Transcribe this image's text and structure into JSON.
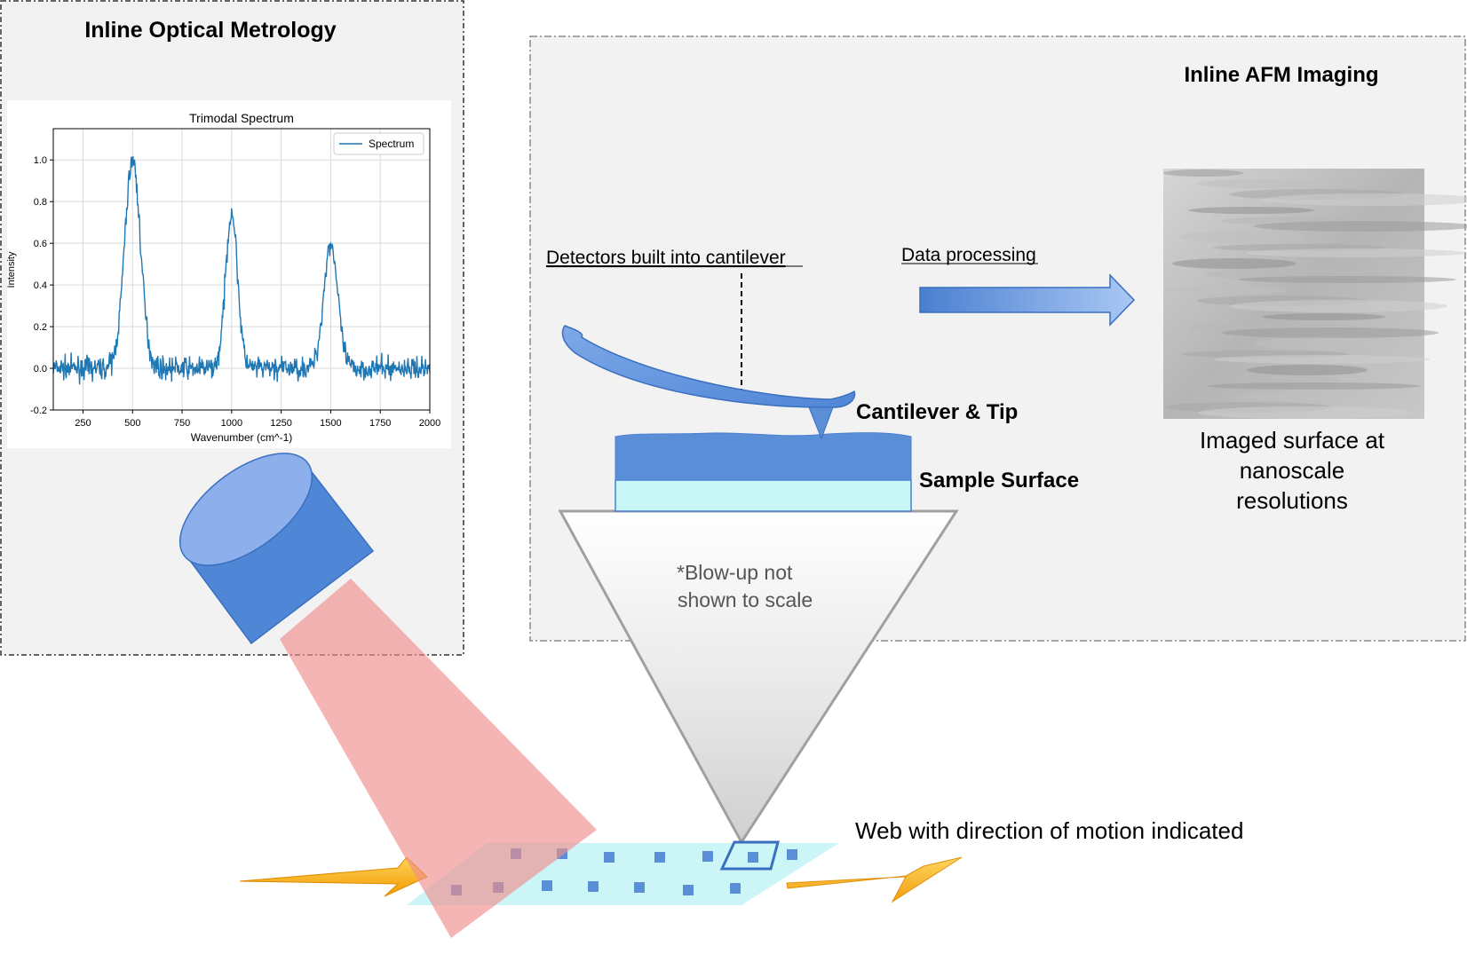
{
  "optical_panel": {
    "title": "Inline Optical Metrology"
  },
  "afm_panel": {
    "title": "Inline AFM Imaging",
    "detectors_label": "Detectors built into cantilever",
    "data_processing_label": "Data processing",
    "cantilever_label": "Cantilever & Tip",
    "sample_label": "Sample Surface",
    "imaged_caption": [
      "Imaged surface at",
      "nanoscale",
      "resolutions"
    ],
    "blowup_note": [
      "*Blow-up  not",
      "shown to scale"
    ]
  },
  "web_label": "Web with direction of motion indicated",
  "colors": {
    "panel_bg": "#f2f2f2",
    "blue": "#5a8fd8",
    "beam": "#ef9a9a",
    "web": "#c9f4f7",
    "arrow": "#f5a800",
    "spectrum": "#1f77b4"
  },
  "chart_data": {
    "type": "line",
    "title": "Trimodal Spectrum",
    "xlabel": "Wavenumber (cm^-1)",
    "ylabel": "Intensity",
    "xlim": [
      100,
      2000
    ],
    "ylim": [
      -0.2,
      1.15
    ],
    "xticks": [
      250,
      500,
      750,
      1000,
      1250,
      1500,
      1750,
      2000
    ],
    "yticks": [
      "-0.2",
      "0.0",
      "0.2",
      "0.4",
      "0.6",
      "0.8",
      "1.0"
    ],
    "yticks_values": [
      -0.2,
      0,
      0.2,
      0.4,
      0.6,
      0.8,
      1.0
    ],
    "grid": true,
    "legend": "top-right",
    "series": [
      {
        "name": "Spectrum",
        "color": "#1f77b4",
        "peaks": [
          {
            "center": 500,
            "amplitude": 1.0,
            "width": 40
          },
          {
            "center": 1000,
            "amplitude": 0.75,
            "width": 30
          },
          {
            "center": 1500,
            "amplitude": 0.6,
            "width": 35
          }
        ],
        "noise_level": 0.05
      }
    ]
  }
}
